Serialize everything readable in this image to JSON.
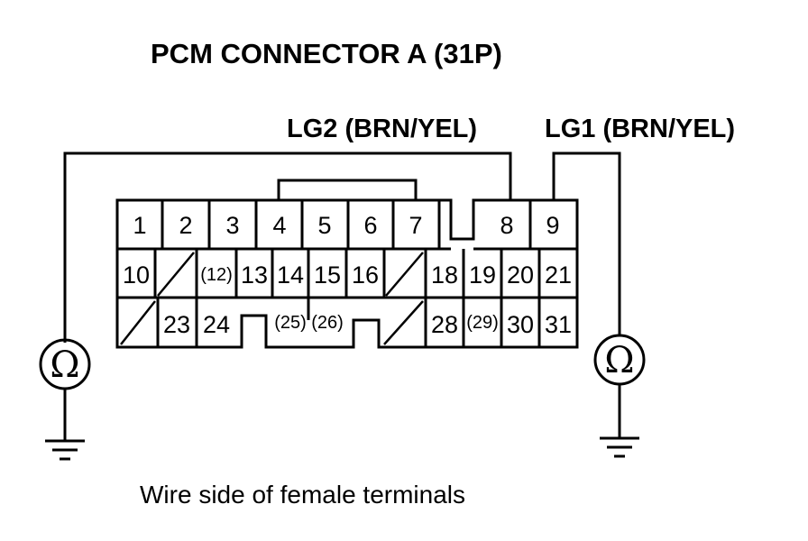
{
  "title": "PCM CONNECTOR A (31P)",
  "wire_lg2": "LG2 (BRN/YEL)",
  "wire_lg1": "LG1 (BRN/YEL)",
  "caption": "Wire side of female terminals",
  "ohm_symbol": "Ω",
  "pins": {
    "p1": "1",
    "p2": "2",
    "p3": "3",
    "p4": "4",
    "p5": "5",
    "p6": "6",
    "p7": "7",
    "p8": "8",
    "p9": "9",
    "p10": "10",
    "p12": "(12)",
    "p13": "13",
    "p14": "14",
    "p15": "15",
    "p16": "16",
    "p18": "18",
    "p19": "19",
    "p20": "20",
    "p21": "21",
    "p23": "23",
    "p24": "24",
    "p25": "(25)",
    "p26": "(26)",
    "p28": "28",
    "p29": "(29)",
    "p30": "30",
    "p31": "31"
  }
}
